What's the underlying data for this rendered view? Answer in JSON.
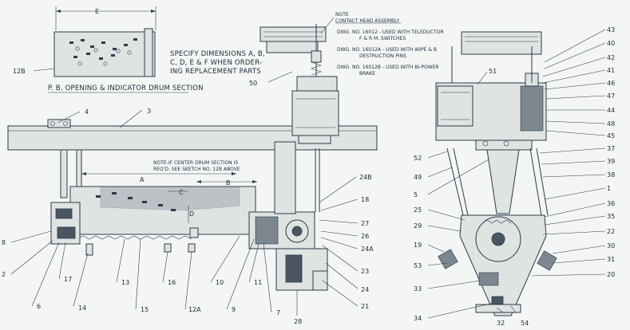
{
  "dims": {
    "e": "E",
    "a": "A",
    "b": "B",
    "c": "C",
    "d": "D"
  },
  "section_title": "P. B. OPENING & INDICATOR DRUM SECTION",
  "specify_note": [
    "SPECIFY DIMENSIONS A, B,",
    "C, D, E & F WHEN ORDER-",
    "ING REPLACEMENT PARTS"
  ],
  "center_note": [
    "NOTE-IF CENTER DRUM SECTION IS",
    "REQ'D. SEE SKETCH NO. 12B ABOVE"
  ],
  "contact_note": {
    "title": "NOTE",
    "subtitle": "CONTACT HEAD ASSEMBLY",
    "lines": [
      "DWG. NO. 16012 - USED WITH TELEDUCTOR",
      "F & R M. SWITCHES",
      "DWG. NO. 16012A - USED WITH WIPE & B",
      "DESTRUCTION PINS",
      "DWG. NO. 16012B - USED WITH BI-POWER",
      "BRAKE"
    ]
  },
  "callouts": {
    "c12b": "12B",
    "c4": "4",
    "c3": "3",
    "c8": "8",
    "c2": "2",
    "c17": "17",
    "c6": "6",
    "c14": "14",
    "c13": "13",
    "c15": "15",
    "c16": "16",
    "c12a": "12A",
    "c10": "10",
    "c11": "11",
    "c9": "9",
    "c7": "7",
    "c28": "28",
    "c21": "21",
    "c23": "23",
    "c24": "24",
    "c24a": "24A",
    "c26": "26",
    "c27": "27",
    "c18": "18",
    "c24b": "24B",
    "c50": "50",
    "c51": "51",
    "c43": "43",
    "c40": "40",
    "c42": "42",
    "c41": "41",
    "c46": "46",
    "c47": "47",
    "c44": "44",
    "c48": "48",
    "c45": "45",
    "c37": "37",
    "c39": "39",
    "c38": "38",
    "c1": "1",
    "c36": "36",
    "c35": "35",
    "c22": "22",
    "c30": "30",
    "c31": "31",
    "c20": "20",
    "c52": "52",
    "c49": "49",
    "c5": "5",
    "c25": "25",
    "c29": "29",
    "c19": "19",
    "c53": "53",
    "c33": "33",
    "c34": "34",
    "c32": "32",
    "c54": "54"
  }
}
